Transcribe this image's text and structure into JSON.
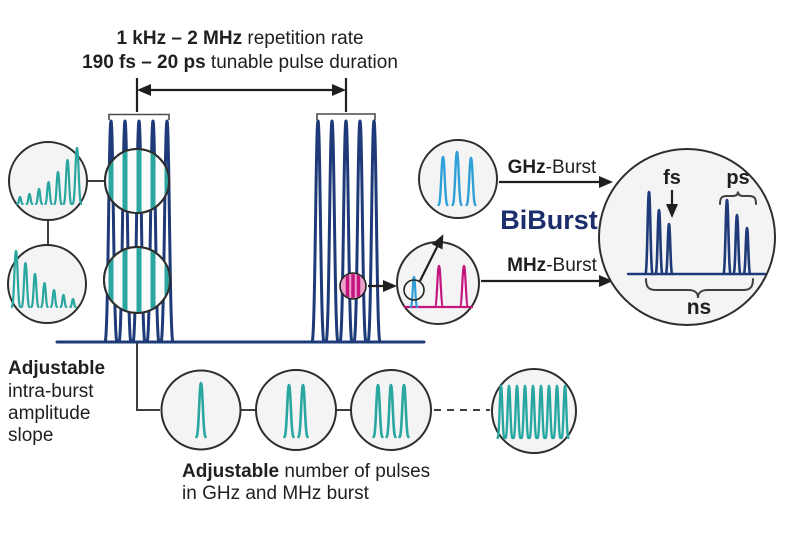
{
  "colors": {
    "navy": "#1e3a78",
    "teal": "#2aa6a0",
    "cyan": "#2f9fd8",
    "magenta": "#c4157f",
    "pink_fill": "#eba3cc",
    "dark": "#1f1f1d",
    "biburst_navy": "#1b2d6b",
    "circle_fill": "#f4f4f4",
    "circle_stroke": "#2e2e2e",
    "connector": "#3f3f3f"
  },
  "top_annotation": {
    "line1_bold": "1 kHz – 2 MHz",
    "line1_rest": " repetition rate",
    "line2_bold": "190 fs – 20 ps",
    "line2_rest": " tunable pulse duration"
  },
  "labels": {
    "ghz_bold": "GHz",
    "ghz_rest": "-Burst",
    "mhz_bold": "MHz",
    "mhz_rest": "-Burst",
    "biburst": "BiBurst",
    "fs": "fs",
    "ps": "ps",
    "ns": "ns"
  },
  "left_caption": {
    "line1_bold": "Adjustable",
    "line2": "intra-burst",
    "line3": "amplitude",
    "line4": "slope"
  },
  "bottom_caption": {
    "line1_bold": "Adjustable",
    "line1_rest": " number of pulses",
    "line2": "in GHz and MHz burst"
  },
  "figure": {
    "main_bursts": 2,
    "pulses_per_main_burst": 5,
    "pulse_count_sequence": [
      1,
      2,
      3,
      9
    ],
    "slope_variants": [
      "rising amplitude",
      "falling amplitude"
    ]
  }
}
